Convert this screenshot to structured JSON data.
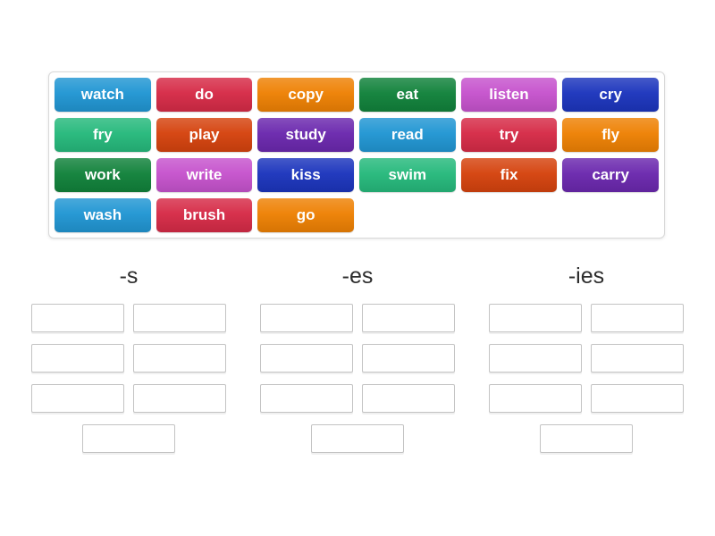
{
  "word_bank": {
    "tiles": [
      {
        "label": "watch",
        "color": "#2196d3"
      },
      {
        "label": "do",
        "color": "#d62b47"
      },
      {
        "label": "copy",
        "color": "#ee8104"
      },
      {
        "label": "eat",
        "color": "#11823b"
      },
      {
        "label": "listen",
        "color": "#c653cd"
      },
      {
        "label": "cry",
        "color": "#1c35bd"
      },
      {
        "label": "fry",
        "color": "#26b97c"
      },
      {
        "label": "play",
        "color": "#d5430e"
      },
      {
        "label": "study",
        "color": "#6b28ae"
      },
      {
        "label": "read",
        "color": "#2196d3"
      },
      {
        "label": "try",
        "color": "#d62b47"
      },
      {
        "label": "fly",
        "color": "#ee8104"
      },
      {
        "label": "work",
        "color": "#11823b"
      },
      {
        "label": "write",
        "color": "#c653cd"
      },
      {
        "label": "kiss",
        "color": "#1c35bd"
      },
      {
        "label": "swim",
        "color": "#26b97c"
      },
      {
        "label": "fix",
        "color": "#d5430e"
      },
      {
        "label": "carry",
        "color": "#6b28ae"
      },
      {
        "label": "wash",
        "color": "#2196d3"
      },
      {
        "label": "brush",
        "color": "#d62b47"
      },
      {
        "label": "go",
        "color": "#ee8104"
      }
    ]
  },
  "groups": [
    {
      "label": "-s",
      "slot_count": 7
    },
    {
      "label": "-es",
      "slot_count": 7
    },
    {
      "label": "-ies",
      "slot_count": 7
    }
  ]
}
